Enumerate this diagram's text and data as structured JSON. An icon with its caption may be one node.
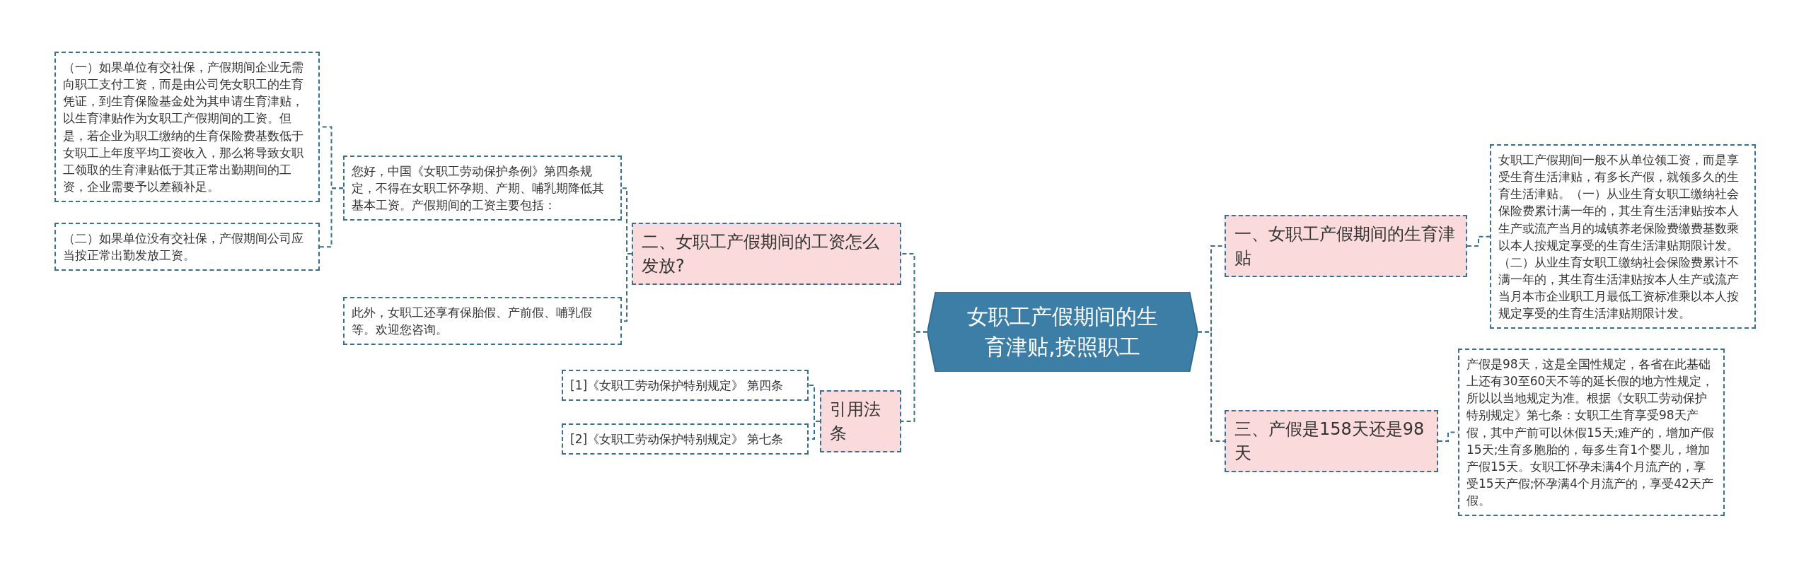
{
  "diagram": {
    "nodes": [
      {
        "text": [
          "女职工产假期间的生育津贴,按照职工"
        ]
      },
      {
        "text": [
          "二、女职工产假期间的工资怎么发放?"
        ]
      },
      {
        "text": [
          "您好，中国《女职工劳动保护条例》第四条规定，不得在女职工怀孕期、产期、哺乳期降低其基本工资。产假期间的工资主要包括："
        ]
      },
      {
        "text": [
          "（一）如果单位有交社保，产假期间企业无需向职工支付工资，而是由公司凭女职工的生育凭证，到生育保险基金处为其申请生育津贴，以生育津贴作为女职工产假期间的工资。但是，若企业为职工缴纳的生育保险费基数低于女职工上年度平均工资收入，那么将导致女职工领取的生育津贴低于其正常出勤期间的工资，企业需要予以差额补足。"
        ]
      },
      {
        "text": [
          "（二）如果单位没有交社保，产假期间公司应当按正常出勤发放工资。"
        ]
      },
      {
        "text": [
          "此外，女职工还享有保胎假、产前假、哺乳假等。欢迎您咨询。"
        ]
      },
      {
        "text": [
          "引用法条"
        ]
      },
      {
        "text": [
          "[1]《女职工劳动保护特别规定》 第四条"
        ]
      },
      {
        "text": [
          "[2]《女职工劳动保护特别规定》 第七条"
        ]
      },
      {
        "text": [
          "一、女职工产假期间的生育津贴"
        ]
      },
      {
        "text": [
          "女职工产假期间一般不从单位领工资，而是享受生育生活津贴，有多长产假，就领多久的生育生活津贴。（一）从业生育女职工缴纳社会保险费累计满一年的，其生育生活津贴按本人生产或流产当月的城镇养老保险费缴费基数乘以本人按规定享受的生育生活津贴期限计发。（二）从业生育女职工缴纳社会保险费累计不满一年的，其生育生活津贴按本人生产或流产当月本市企业职工月最低工资标准乘以本人按规定享受的生育生活津贴期限计发。"
        ]
      },
      {
        "text": [
          "三、产假是158天还是98天"
        ]
      },
      {
        "text": [
          "产假是98天，这是全国性规定，各省在此基础上还有30至60天不等的延长假的地方性规定，所以以当地规定为准。根据《女职工劳动保护特别规定》第七条：女职工生育享受98天产假，其中产前可以休假15天;难产的，增加产假15天;生育多胞胎的，每多生育1个婴儿，增加产假15天。女职工怀孕未满4个月流产的，享受15天产假;怀孕满4个月流产的，享受42天产假。"
        ]
      }
    ],
    "edges": [
      {
        "from": 0,
        "to": 1,
        "arrow": "none"
      },
      {
        "from": 1,
        "to": 2,
        "arrow": "none"
      },
      {
        "from": 2,
        "to": 3,
        "arrow": "none"
      },
      {
        "from": 2,
        "to": 4,
        "arrow": "none"
      },
      {
        "from": 1,
        "to": 5,
        "arrow": "none"
      },
      {
        "from": 0,
        "to": 6,
        "arrow": "none"
      },
      {
        "from": 6,
        "to": 7,
        "arrow": "none"
      },
      {
        "from": 6,
        "to": 8,
        "arrow": "none"
      },
      {
        "from": 0,
        "to": 9,
        "arrow": "none"
      },
      {
        "from": 9,
        "to": 10,
        "arrow": "none"
      },
      {
        "from": 0,
        "to": 11,
        "arrow": "none"
      },
      {
        "from": 11,
        "to": 12,
        "arrow": "none"
      }
    ]
  }
}
